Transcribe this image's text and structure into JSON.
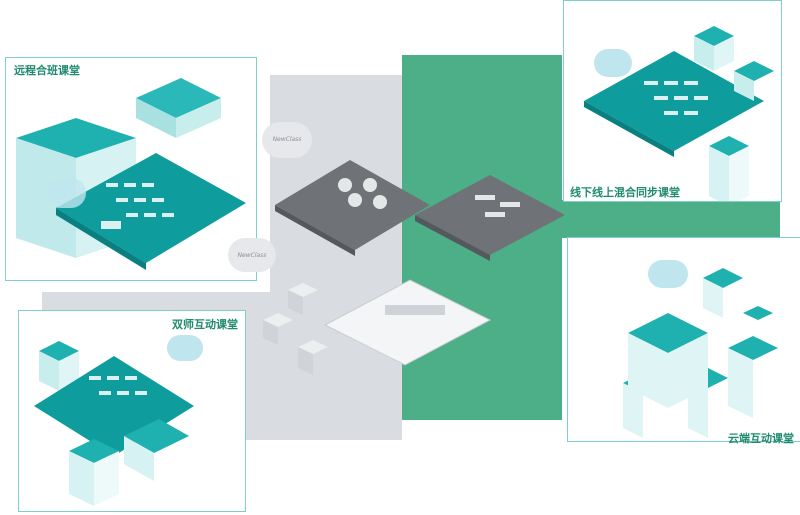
{
  "labels": {
    "remote": "远程合班课堂",
    "hybrid": "线下线上混合同步课堂",
    "dual": "双师互动课堂",
    "cloud": "云端互动课堂"
  },
  "cloud_brand": "NewClass",
  "colors": {
    "teal": "#1aa6a6",
    "green": "#4caf87",
    "gray": "#d8dbe0",
    "dark_gray": "#6f7276"
  }
}
